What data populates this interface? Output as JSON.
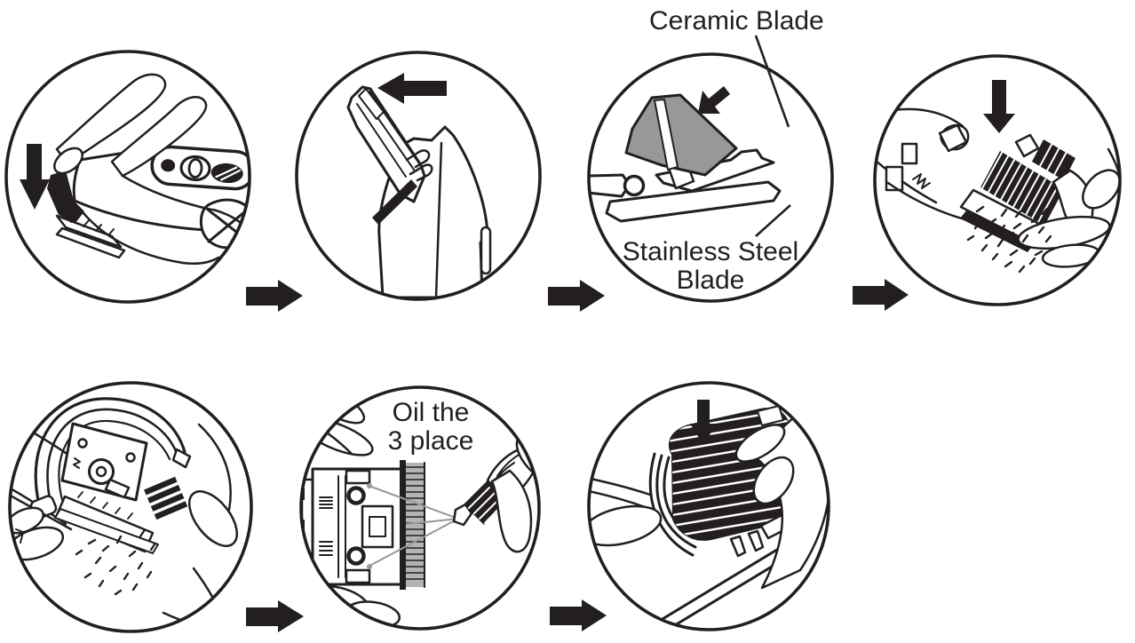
{
  "diagram": {
    "type": "instruction-sequence",
    "subject": "hair-clipper-blade-cleaning-and-oiling",
    "rows": 2,
    "step_count": 7
  },
  "colors": {
    "ink": "#231f20",
    "paper": "#ffffff",
    "ceramic_gray": "#98989a",
    "teeth_gray": "#b3b3b3",
    "spray_gray": "#98989a"
  },
  "annotations": {
    "ceramic_blade": "Ceramic Blade",
    "stainless_steel": {
      "line1": "Stainless Steel",
      "line2": "Blade"
    },
    "oil_points": {
      "line1": "Oil the",
      "line2": "3 place"
    }
  },
  "steps": [
    {
      "index": 1,
      "icon": "press-blade-release-illustration",
      "in_circle_arrow": "down-arrow-icon"
    },
    {
      "index": 2,
      "icon": "slide-blade-unit-off-illustration",
      "in_circle_arrow": "left-arrow-icon"
    },
    {
      "index": 3,
      "icon": "ceramic-and-stainless-blade-exploded-illustration",
      "in_circle_arrow": "down-left-arrow-icon"
    },
    {
      "index": 4,
      "icon": "brush-clean-blade-illustration",
      "in_circle_arrow": "down-arrow-icon"
    },
    {
      "index": 5,
      "icon": "tap-out-clippings-illustration",
      "in_circle_arrow": ""
    },
    {
      "index": 6,
      "icon": "oil-blade-three-points-illustration",
      "in_circle_arrow": ""
    },
    {
      "index": 7,
      "icon": "press-blade-unit-on-illustration",
      "in_circle_arrow": "down-arrow-icon"
    }
  ],
  "flow": {
    "connector": "right-arrow-icon",
    "connector_count": 5
  }
}
